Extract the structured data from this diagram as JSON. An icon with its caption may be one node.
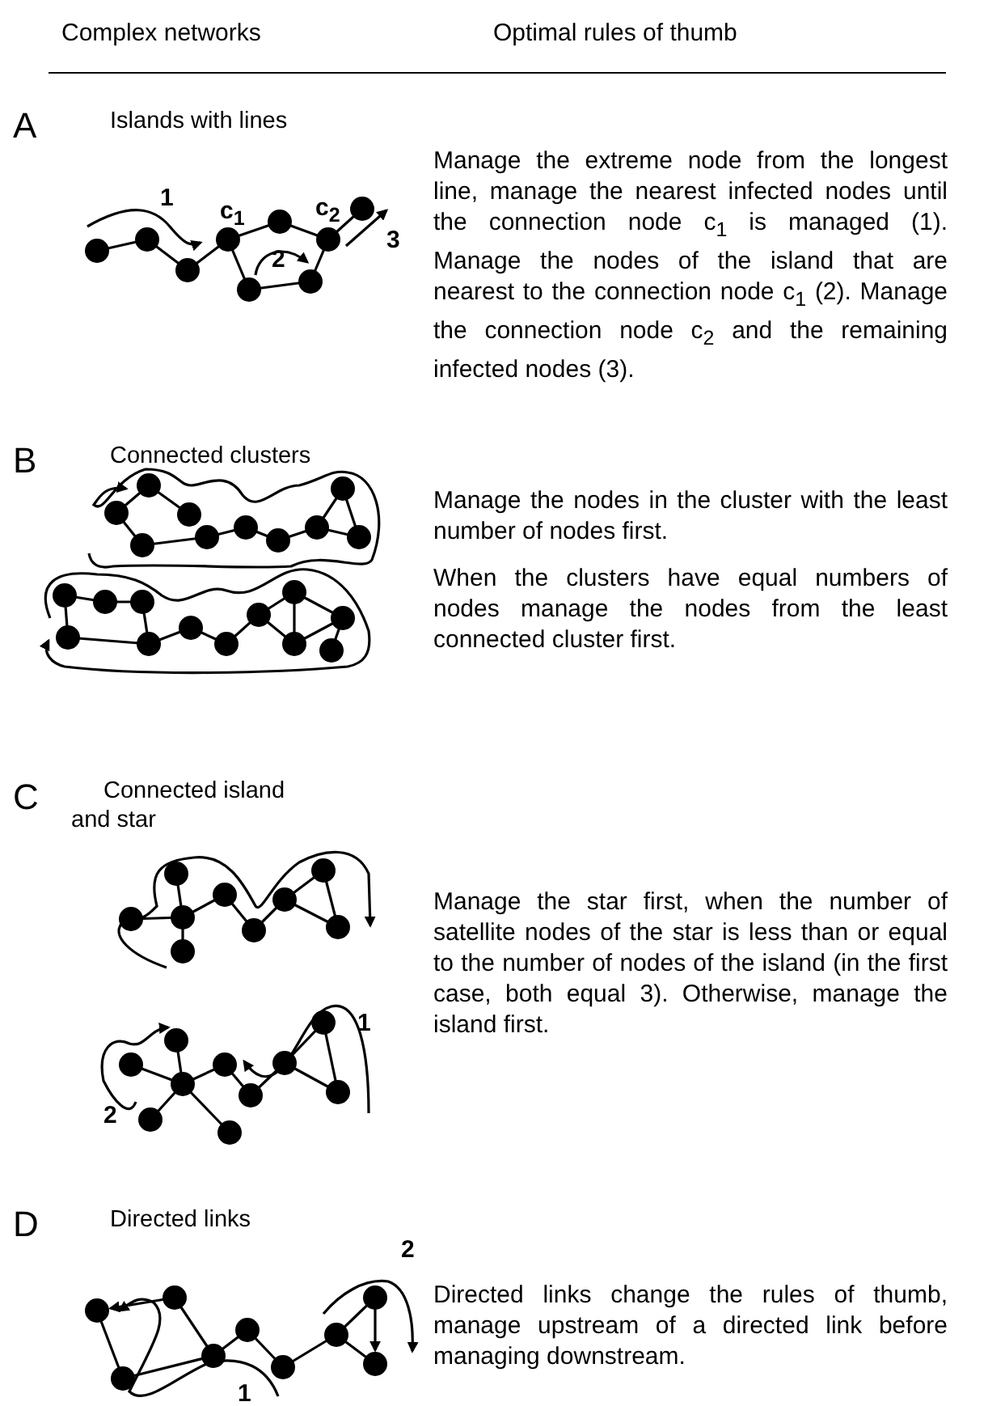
{
  "diagram": {
    "labels": [
      "Complex networks",
      "Optimal rules of thumb",
      "A",
      "Islands with lines",
      "1",
      "c$_{1}$",
      "c$_{2}$",
      "2",
      "3",
      "Manage the extreme node from the longest line, manage the nearest infected nodes until the connection node c$_{1}$ is managed (1). Manage the nodes of the island that are nearest to the connection node c$_{1}$ (2). Manage the connection node c$_{2}$ and the remaining infected nodes (3).",
      "B",
      "Connected clusters",
      "Manage the nodes in the cluster with the least number of nodes first.",
      "When the clusters have equal numbers of nodes manage the nodes from the least connected cluster first.",
      "C",
      "Connected island and star",
      "Manage the star first, when the number of satellite nodes of the star is less than or equal to the number of nodes of the island (in the first case, both equal 3). Otherwise, manage the island first.",
      "1",
      "2",
      "D",
      "Directed links",
      "2",
      "1",
      "Directed links change the rules of thumb, manage upstream of a directed link before managing downstream."
    ]
  }
}
